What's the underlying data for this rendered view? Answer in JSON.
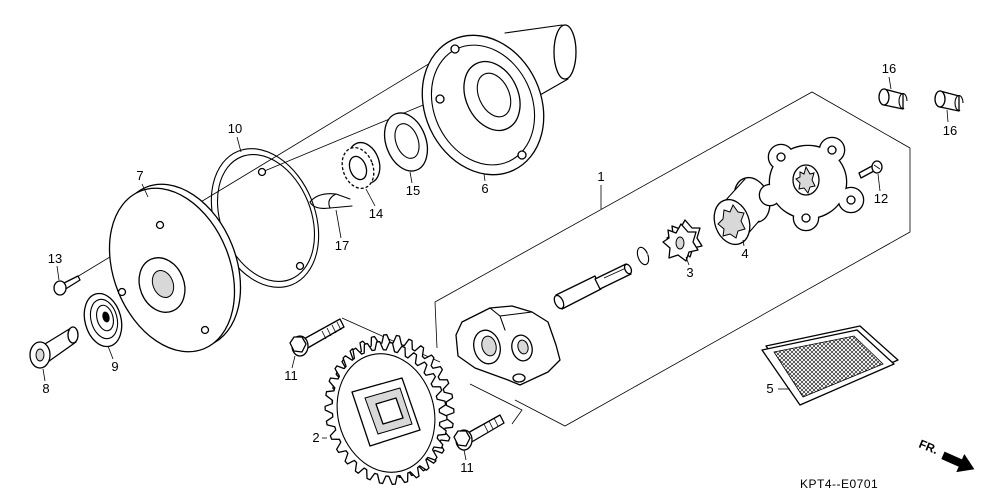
{
  "callouts": [
    "16",
    "16",
    "10",
    "7",
    "1",
    "6",
    "15",
    "14",
    "17",
    "12",
    "4",
    "3",
    "13",
    "11",
    "8",
    "9",
    "5",
    "2",
    "11"
  ],
  "direction_marker": "FR.",
  "diagram_code": "KPT4--E0701"
}
